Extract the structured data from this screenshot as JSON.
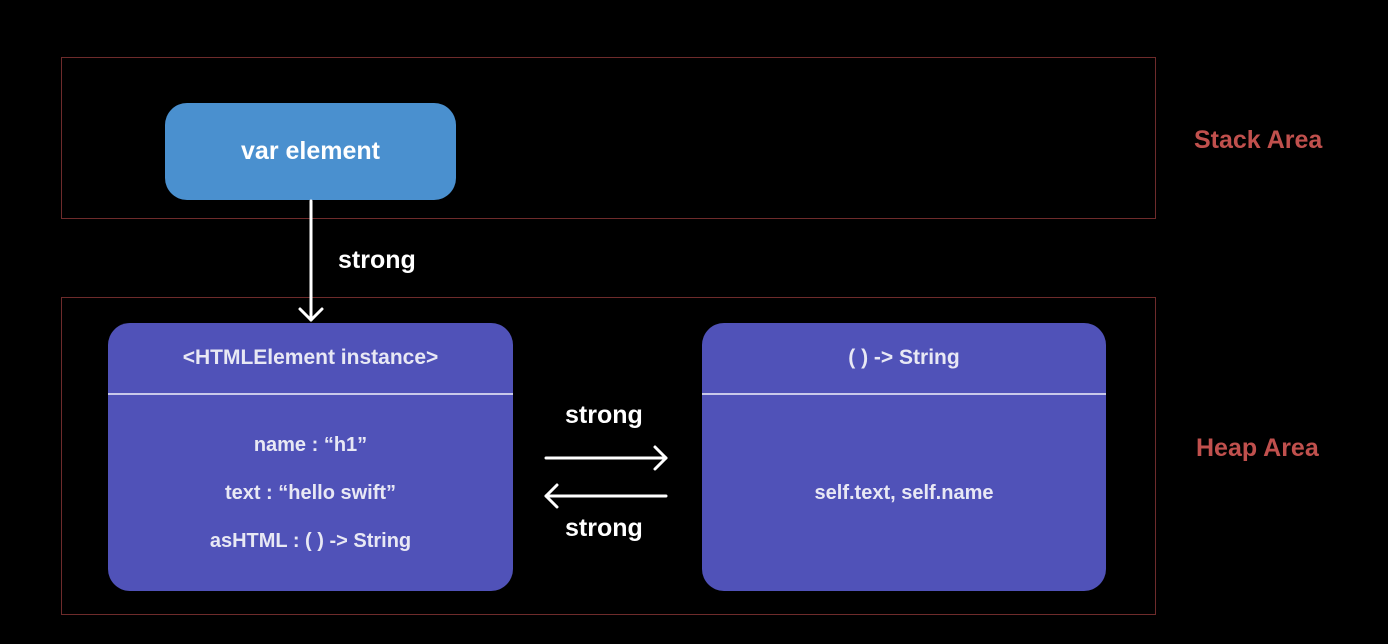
{
  "stack_area": {
    "label": "Stack Area"
  },
  "heap_area": {
    "label": "Heap Area"
  },
  "variable": {
    "label": "var element"
  },
  "instance": {
    "title": "<HTMLElement instance>",
    "properties": [
      "name : “h1”",
      "text : “hello swift”",
      "asHTML : ( ) -> String"
    ]
  },
  "closure": {
    "title": "( ) -> String",
    "captures": "self.text,  self.name"
  },
  "references": {
    "var_to_instance": "strong",
    "instance_to_closure": "strong",
    "closure_to_instance": "strong"
  },
  "colors": {
    "background": "#000000",
    "frame": "#6e2b2b",
    "area_label": "#c0504d",
    "variable_box": "#4a90cf",
    "object_box": "#5052b8"
  }
}
